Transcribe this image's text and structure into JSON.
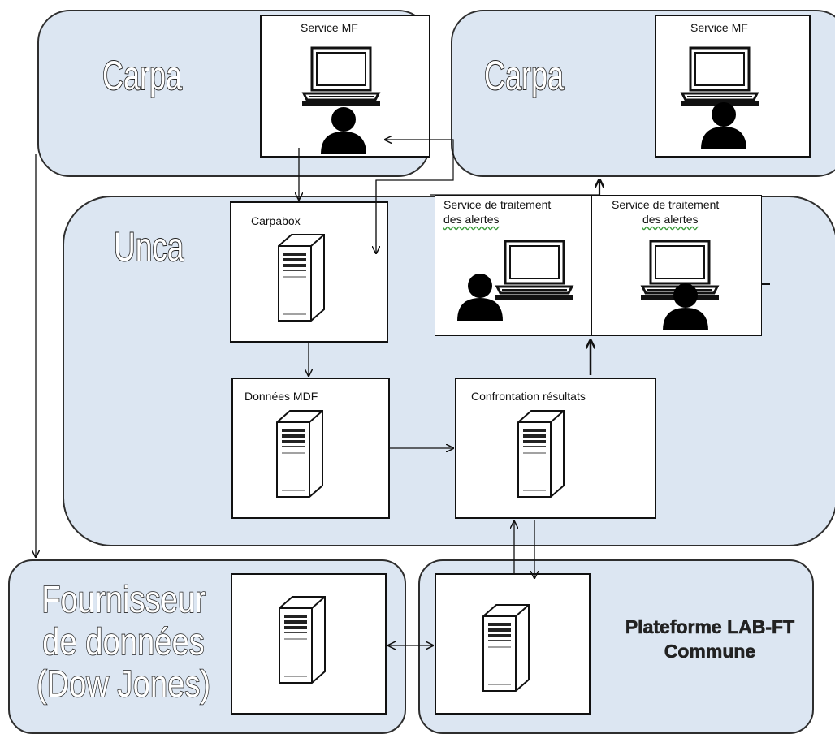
{
  "zones": {
    "carpa_left": {
      "label": "Carpa"
    },
    "carpa_right": {
      "label": "Carpa"
    },
    "unca": {
      "label": "Unca"
    },
    "fournisseur": {
      "label_lines": [
        "Fournisseur",
        "de données",
        "(Dow Jones)"
      ]
    },
    "plateforme": {
      "label_lines": [
        "Plateforme LAB-FT",
        "Commune"
      ]
    }
  },
  "boxes": {
    "service_mf_left": {
      "title": "Service MF"
    },
    "service_mf_right": {
      "title": "Service MF"
    },
    "carpabox": {
      "title": "Carpabox"
    },
    "donnees_mdf": {
      "title": "Données MDF"
    },
    "confrontation": {
      "title": "Confrontation résultats"
    },
    "alertes_left": {
      "title_line1": "Service de traitement",
      "title_line2": "des alertes"
    },
    "alertes_right": {
      "title_line1": "Service de traitement",
      "title_line2": "des alertes"
    }
  },
  "icons": [
    "laptop-icon",
    "user-icon",
    "server-icon"
  ],
  "colors": {
    "zone_fill": "#dce6f2",
    "zone_border": "#2e2e2e",
    "box_border": "#111111"
  }
}
